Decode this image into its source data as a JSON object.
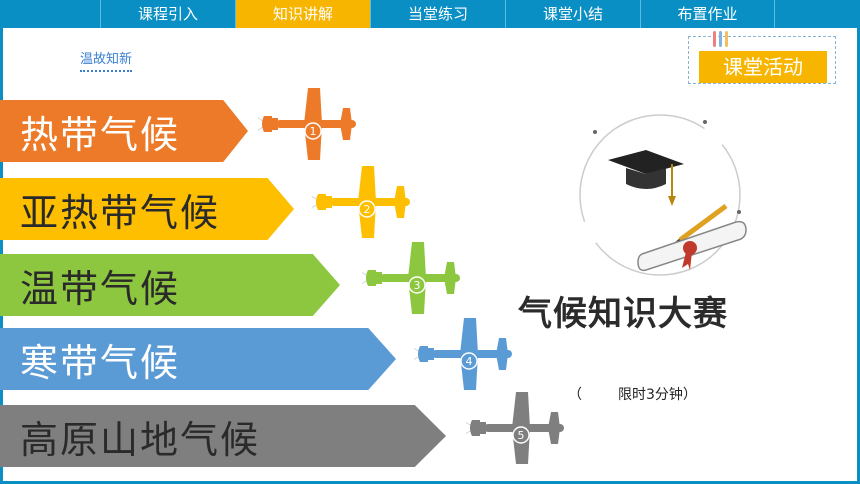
{
  "nav": {
    "tabs": [
      {
        "label": "课程引入",
        "active": false
      },
      {
        "label": "知识讲解",
        "active": true
      },
      {
        "label": "当堂练习",
        "active": false
      },
      {
        "label": "课堂小结",
        "active": false
      },
      {
        "label": "布置作业",
        "active": false
      }
    ]
  },
  "review_link": "温故知新",
  "activity_label": "课堂活动",
  "climates": [
    {
      "label": "热带气候",
      "color": "#ec7a28",
      "number": "1"
    },
    {
      "label": "亚热带气候",
      "color": "#fdbf00",
      "number": "2"
    },
    {
      "label": "温带气候",
      "color": "#8dc63f",
      "number": "3"
    },
    {
      "label": "寒带气候",
      "color": "#5b9bd5",
      "number": "4"
    },
    {
      "label": "高原山地气候",
      "color": "#7f7f7f",
      "number": "5"
    }
  ],
  "contest": {
    "title": "气候知识大赛",
    "paren_open": "（",
    "time_limit": "限时3分钟）"
  },
  "icons": [
    "graduation-cap-icon",
    "diploma-scroll-icon",
    "pencil-icon",
    "airplane-icon"
  ],
  "colors": {
    "nav": "#0a8fc4",
    "accent": "#f7b500"
  }
}
